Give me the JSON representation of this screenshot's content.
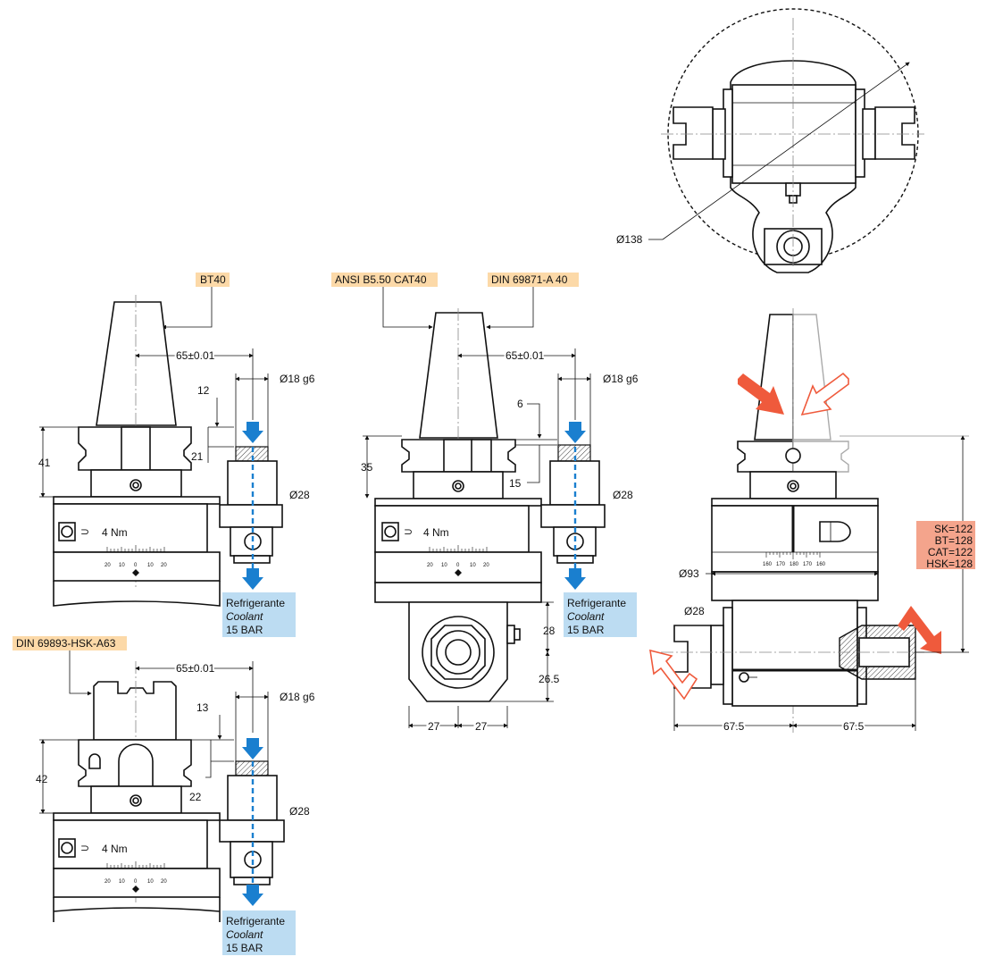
{
  "labels": {
    "bt40": "BT40",
    "cat40": "ANSI B5.50 CAT40",
    "din69871": "DIN 69871-A 40",
    "hsk": "DIN 69893-HSK-A63"
  },
  "coolant": {
    "line1": "Refrigerante",
    "line2": "Coolant",
    "line3": "15 BAR"
  },
  "torque": "4 Nm",
  "scale_left": [
    "20",
    "10",
    "0",
    "10",
    "20"
  ],
  "scale_right": [
    "160",
    "170",
    "180",
    "170",
    "160"
  ],
  "dims": {
    "center_dist": "65±0.01",
    "shank": "Ø18 g6",
    "body_dia": "Ø28",
    "bt_h12": "12",
    "bt_h41": "41",
    "bt_h21": "21",
    "cat_h6": "6",
    "cat_h35": "35",
    "cat_h15": "15",
    "hsk_h13": "13",
    "hsk_h42": "42",
    "hsk_h22": "22",
    "head_28": "28",
    "head_265": "26.5",
    "head_27a": "27",
    "head_27b": "27",
    "swing_dia": "Ø138",
    "dia93": "Ø93",
    "dia28": "Ø28",
    "w675a": "67.5",
    "w675b": "67.5"
  },
  "heights": {
    "sk": "SK=122",
    "bt": "BT=128",
    "cat": "CAT=122",
    "hsk": "HSK=128"
  },
  "colors": {
    "coolant_bg": "#bcdcf2",
    "label_bg": "#fcd9a8",
    "height_bg": "#f4a48c",
    "accent_red": "#ef5a3c",
    "coolant_blue": "#1a7fcf"
  }
}
